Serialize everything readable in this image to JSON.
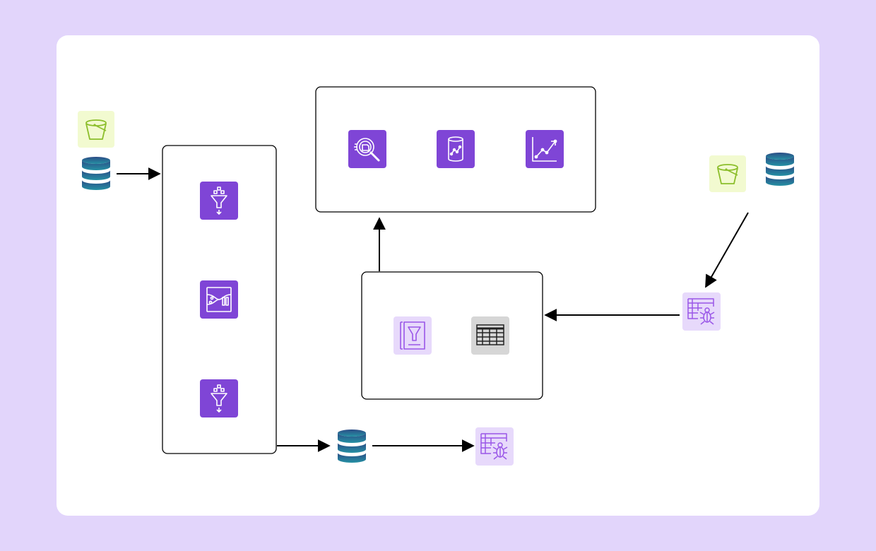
{
  "colors": {
    "page_background": "#E2D5FB",
    "canvas": "#FFFFFF",
    "stroke": "#000000",
    "analytics_purple": "#7F45D6",
    "catalog_purple_bg": "#E7D9FB",
    "catalog_purple_line": "#9A57E8",
    "bucket_bg": "#F2FAD0",
    "bucket_line": "#8CBE2B",
    "table_grey_bg": "#D6D6D6",
    "table_grey_line": "#222222",
    "db_top": "#2C4C86",
    "db_bottom": "#2590A3"
  },
  "diagram": {
    "nodes": [
      {
        "id": "source-left-bucket",
        "icon": "bucket-icon"
      },
      {
        "id": "source-left-database",
        "icon": "database-icon"
      },
      {
        "id": "etl-group",
        "icon": "none"
      },
      {
        "id": "etl-filter-top",
        "icon": "glue-filter-icon"
      },
      {
        "id": "etl-dataflow",
        "icon": "dataflow-icon"
      },
      {
        "id": "etl-filter-bottom",
        "icon": "glue-filter-icon"
      },
      {
        "id": "output-database",
        "icon": "database-icon"
      },
      {
        "id": "output-crawler",
        "icon": "crawler-icon"
      },
      {
        "id": "analytics-group",
        "icon": "none"
      },
      {
        "id": "analytics-search",
        "icon": "search-analytics-icon"
      },
      {
        "id": "analytics-datastore",
        "icon": "chart-database-icon"
      },
      {
        "id": "analytics-dashboard",
        "icon": "dashboard-icon"
      },
      {
        "id": "catalog-group",
        "icon": "none"
      },
      {
        "id": "catalog-filter-doc",
        "icon": "filter-document-icon"
      },
      {
        "id": "catalog-table",
        "icon": "table-icon"
      },
      {
        "id": "source-right-bucket",
        "icon": "bucket-icon"
      },
      {
        "id": "source-right-database",
        "icon": "database-icon"
      },
      {
        "id": "source-right-crawler",
        "icon": "crawler-icon"
      }
    ],
    "edges": [
      {
        "from": "source-left-database",
        "to": "etl-group"
      },
      {
        "from": "etl-group",
        "to": "output-database"
      },
      {
        "from": "output-database",
        "to": "output-crawler"
      },
      {
        "from": "source-right-database",
        "to": "source-right-crawler"
      },
      {
        "from": "source-right-crawler",
        "to": "catalog-group"
      },
      {
        "from": "catalog-group",
        "to": "analytics-group"
      }
    ]
  }
}
